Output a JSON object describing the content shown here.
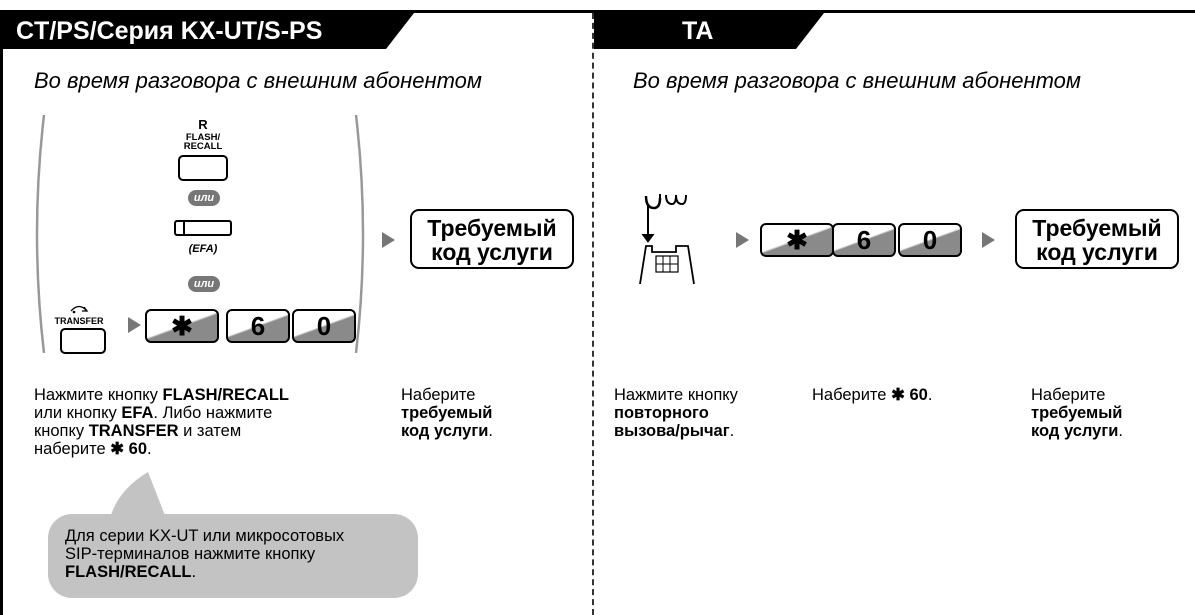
{
  "left": {
    "header": "CT/PS/Серия KX-UT/S-PS",
    "context": "Во время разговора с внешним абонентом",
    "flash_label_r": "R",
    "flash_label_1": "FLASH/",
    "flash_label_2": "RECALL",
    "or_1": "или",
    "efa_label": "(EFA)",
    "or_2": "или",
    "transfer_label": "TRANSFER",
    "key_star": "✱",
    "key_6": "6",
    "key_0": "0",
    "code_line1": "Требуемый",
    "code_line2": "код услуги",
    "instr1_a": "Нажмите кнопку ",
    "instr1_b": "FLASH/RECALL",
    "instr1_c": "или кнопку ",
    "instr1_d": "EFA",
    "instr1_e": ". Либо нажмите",
    "instr1_f": "кнопку ",
    "instr1_g": "TRANSFER",
    "instr1_h": " и затем",
    "instr1_i": "наберите ",
    "instr1_j": "✱ 60",
    "instr1_k": ".",
    "instr2_a": "Наберите",
    "instr2_b": "требуемый",
    "instr2_c": "код услуги",
    "instr2_d": ".",
    "callout_1": "Для серии KX-UT или микросотовых",
    "callout_2": "SIP-терминалов нажмите кнопку",
    "callout_3": "FLASH/RECALL",
    "callout_4": "."
  },
  "right": {
    "header": "TA",
    "context": "Во время разговора с внешним абонентом",
    "key_star": "✱",
    "key_6": "6",
    "key_0": "0",
    "code_line1": "Требуемый",
    "code_line2": "код услуги",
    "instr1_a": "Нажмите кнопку",
    "instr1_b": "повторного",
    "instr1_c": "вызова/рычаг",
    "instr1_d": ".",
    "instr2_a": "Наберите ",
    "instr2_b": "✱ 60",
    "instr2_c": ".",
    "instr3_a": "Наберите",
    "instr3_b": "требуемый",
    "instr3_c": "код услуги",
    "instr3_d": "."
  }
}
